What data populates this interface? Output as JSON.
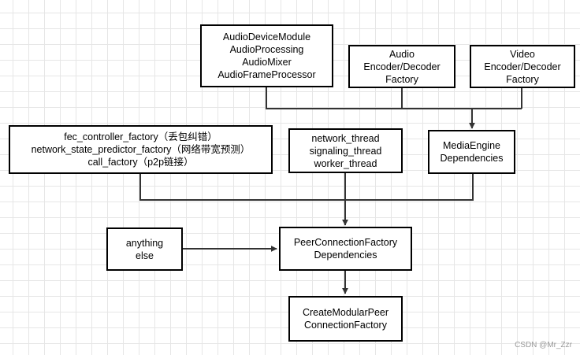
{
  "nodes": {
    "audio_device": "AudioDeviceModule\nAudioProcessing\nAudioMixer\nAudioFrameProcessor",
    "audio_codec": "Audio\nEncoder/Decoder\nFactory",
    "video_codec": "Video\nEncoder/Decoder\nFactory",
    "factories": "fec_controller_factory（丢包纠错）\nnetwork_state_predictor_factory（网络带宽预测）\ncall_factory（p2p链接）",
    "threads": "network_thread\nsignaling_thread\nworker_thread",
    "media_engine": "MediaEngine\nDependencies",
    "anything_else": "anything\nelse",
    "pcf_deps": "PeerConnectionFactory\nDependencies",
    "create_pcf": "CreateModularPeer\nConnectionFactory"
  },
  "watermark": "CSDN @Mr_Zzr"
}
